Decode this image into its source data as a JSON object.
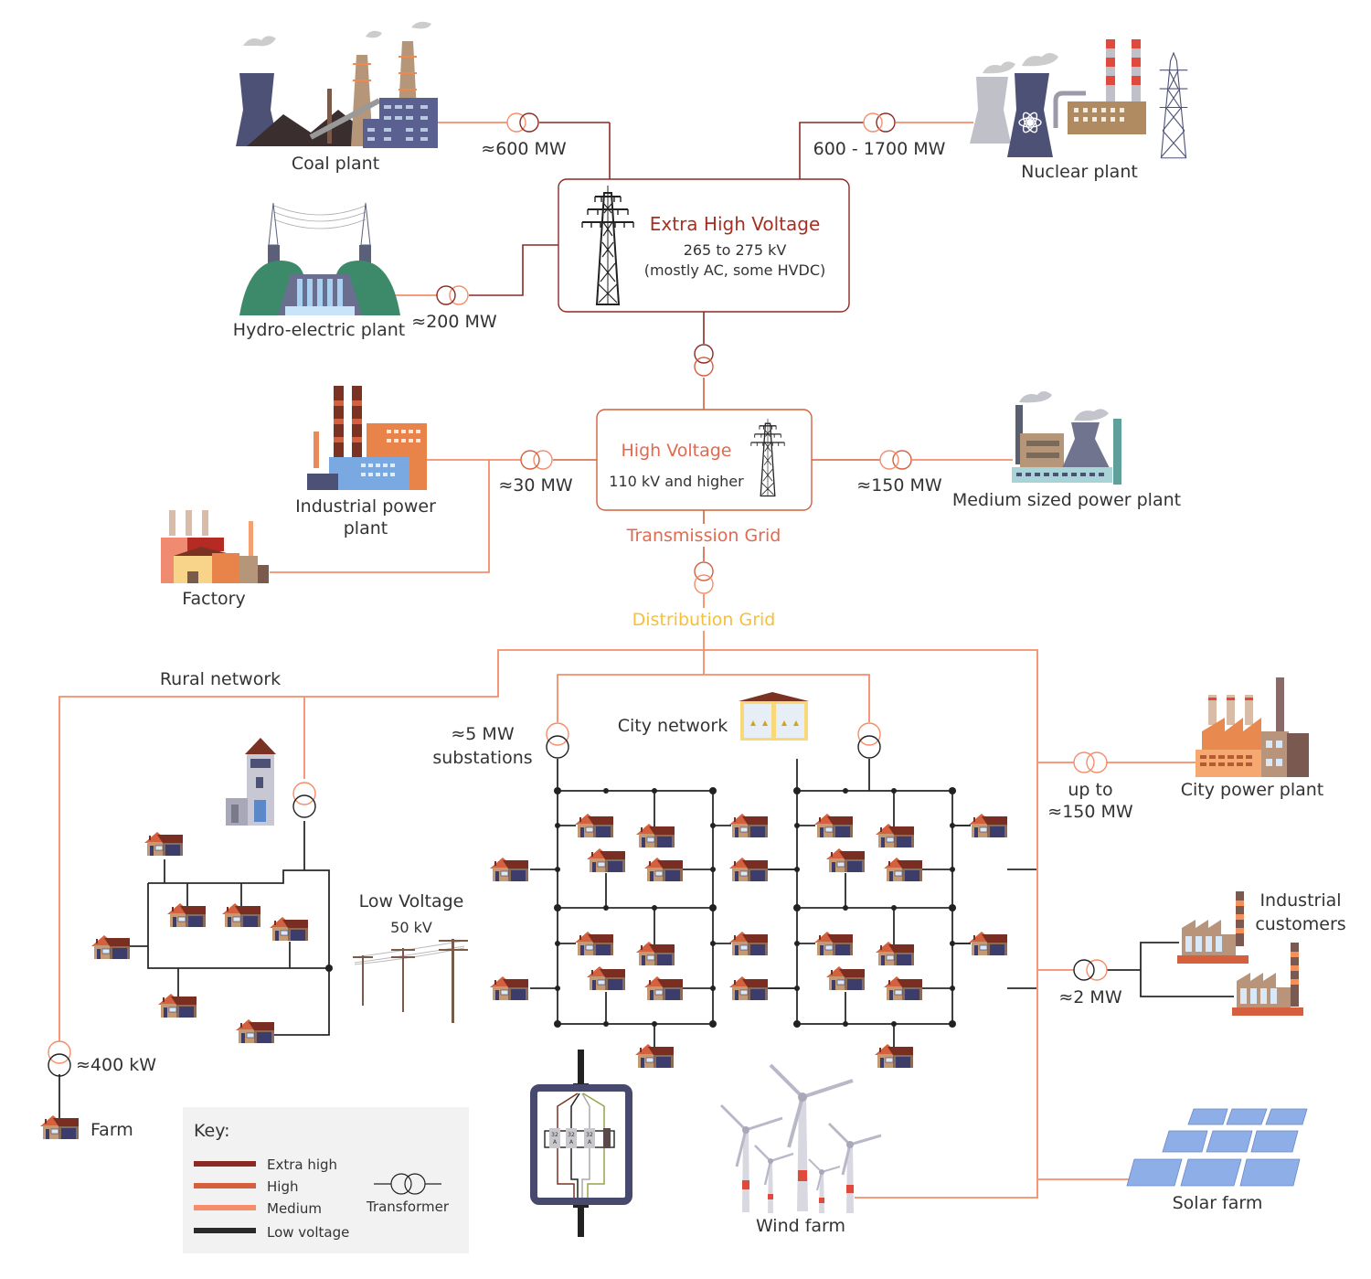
{
  "title": "Electric power grid: transmission and distribution",
  "colors": {
    "extra_high": "#8b2a22",
    "high": "#d4603e",
    "medium": "#f58d6a",
    "low": "#2a2a2a",
    "transmission_label": "#e06a50",
    "distribution_label": "#f5bf3a"
  },
  "extra_high_box": {
    "title": "Extra High Voltage",
    "line1": "265 to 275 kV",
    "line2": "(mostly AC, some HVDC)"
  },
  "high_box": {
    "title": "High Voltage",
    "line1": "110 kV and higher"
  },
  "grids": {
    "transmission": "Transmission Grid",
    "distribution": "Distribution Grid"
  },
  "plants": {
    "coal": {
      "label": "Coal plant",
      "capacity": "≈600 MW"
    },
    "nuclear": {
      "label": "Nuclear plant",
      "capacity": "600 - 1700 MW"
    },
    "hydro": {
      "label": "Hydro-electric plant",
      "capacity": "≈200 MW"
    },
    "industrial": {
      "label_line1": "Industrial power",
      "label_line2": "plant",
      "capacity": "≈30 MW"
    },
    "factory": {
      "label": "Factory"
    },
    "medium": {
      "label": "Medium sized power plant",
      "capacity": "≈150 MW"
    },
    "city": {
      "label": "City power plant",
      "capacity_line1": "up to",
      "capacity_line2": "≈150 MW"
    },
    "industrial_customers": {
      "label_line1": "Industrial",
      "label_line2": "customers",
      "capacity": "≈2 MW"
    },
    "wind": {
      "label": "Wind farm"
    },
    "solar": {
      "label": "Solar farm"
    },
    "farm": {
      "label": "Farm",
      "capacity": "≈400 kW"
    }
  },
  "networks": {
    "rural": "Rural network",
    "city": "City network",
    "substations_line1": "≈5 MW",
    "substations_line2": "substations",
    "low_voltage_title": "Low Voltage",
    "low_voltage_value": "50 kV"
  },
  "fuse_box": {
    "fuse_rating_top": "32",
    "fuse_rating_unit": "A"
  },
  "key": {
    "title": "Key:",
    "items": [
      {
        "label": "Extra high",
        "color": "#8b2a22"
      },
      {
        "label": "High",
        "color": "#d4603e"
      },
      {
        "label": "Medium",
        "color": "#f58d6a"
      },
      {
        "label": "Low voltage",
        "color": "#2a2a2a"
      }
    ],
    "transformer_label": "Transformer"
  }
}
